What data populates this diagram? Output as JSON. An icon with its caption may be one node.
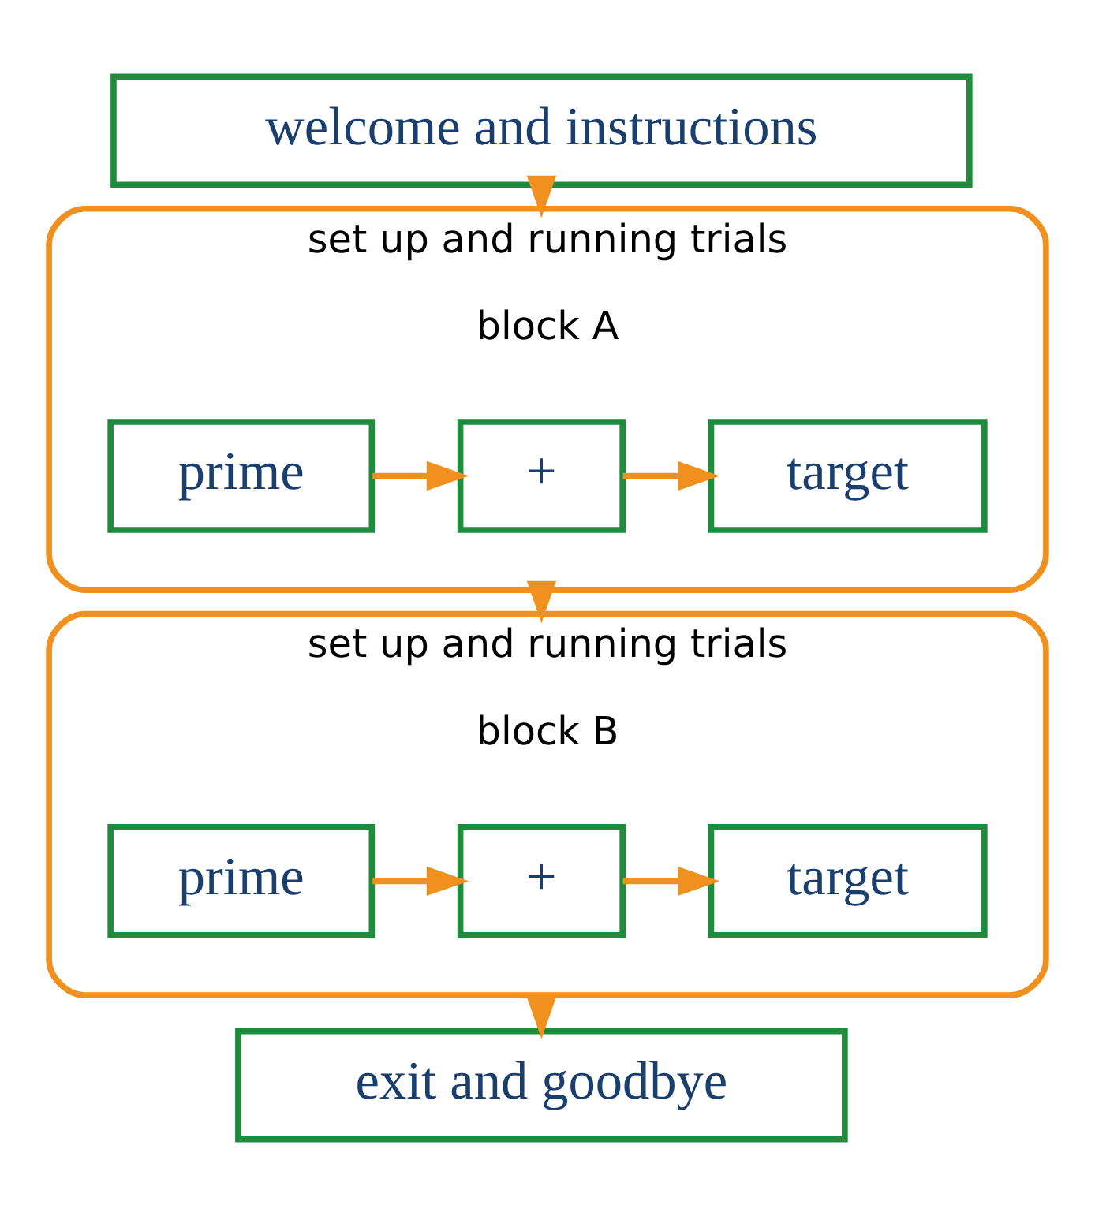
{
  "diagram": {
    "nodes": [
      {
        "text": [
          "welcome and instructions"
        ]
      },
      {
        "text": [
          "set up and running trials",
          "block A"
        ]
      },
      {
        "text": [
          "prime"
        ],
        "in": 1
      },
      {
        "text": [
          "+"
        ],
        "in": 1
      },
      {
        "text": [
          "target"
        ],
        "in": 1
      },
      {
        "text": [
          "set up and running trials",
          "block B"
        ]
      },
      {
        "text": [
          "prime"
        ],
        "in": 5
      },
      {
        "text": [
          "+"
        ],
        "in": 5
      },
      {
        "text": [
          "target"
        ],
        "in": 5
      },
      {
        "text": [
          "exit and goodbye"
        ]
      }
    ],
    "edges": [
      {
        "from": 0,
        "to": 1,
        "arrow": "to"
      },
      {
        "from": 2,
        "to": 3,
        "arrow": "to"
      },
      {
        "from": 3,
        "to": 4,
        "arrow": "to"
      },
      {
        "from": 1,
        "to": 5,
        "arrow": "to"
      },
      {
        "from": 6,
        "to": 7,
        "arrow": "to"
      },
      {
        "from": 7,
        "to": 8,
        "arrow": "to"
      },
      {
        "from": 5,
        "to": 9,
        "arrow": "to"
      }
    ]
  }
}
